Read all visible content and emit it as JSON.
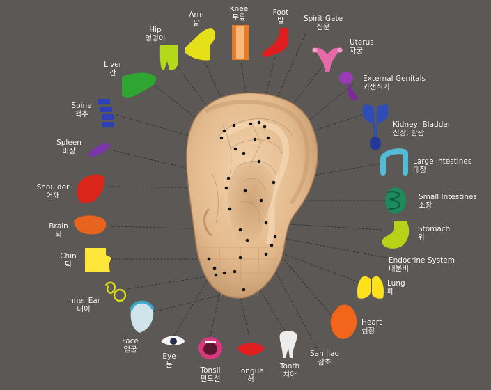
{
  "colors": {
    "background": "#5b5855",
    "ear_skin": "#e8c39a",
    "ear_shadow": "#b78a5f",
    "point": "#111111",
    "line": "#2a2a2a"
  },
  "labels": {
    "hip": {
      "en": "Hip",
      "ko": "엉덩이"
    },
    "arm": {
      "en": "Arm",
      "ko": "팔"
    },
    "knee": {
      "en": "Knee",
      "ko": "무릎"
    },
    "foot": {
      "en": "Foot",
      "ko": "발"
    },
    "spirit": {
      "en": "Spirit Gate",
      "ko": "신문"
    },
    "uterus": {
      "en": "Uterus",
      "ko": "자궁"
    },
    "genitals": {
      "en": "External Genitals",
      "ko": "외생식기"
    },
    "kidney": {
      "en": "Kidney, Bladder",
      "ko": "신장, 방광"
    },
    "large": {
      "en": "Large Intestines",
      "ko": "대장"
    },
    "small": {
      "en": "Small Intestines",
      "ko": "소장"
    },
    "stomach": {
      "en": "Stomach",
      "ko": "위"
    },
    "endocrine": {
      "en": "Endocrine System",
      "ko": "내분비"
    },
    "lung": {
      "en": "Lung",
      "ko": "폐"
    },
    "heart": {
      "en": "Heart",
      "ko": "심장"
    },
    "sanjiao": {
      "en": "San Jiao",
      "ko": "삼초"
    },
    "tooth": {
      "en": "Tooth",
      "ko": "치아"
    },
    "tongue": {
      "en": "Tongue",
      "ko": "혀"
    },
    "tonsil": {
      "en": "Tonsil",
      "ko": "편도선"
    },
    "eye": {
      "en": "Eye",
      "ko": "눈"
    },
    "face": {
      "en": "Face",
      "ko": "얼굴"
    },
    "innerear": {
      "en": "Inner Ear",
      "ko": "내이"
    },
    "chin": {
      "en": "Chin",
      "ko": "턱"
    },
    "brain": {
      "en": "Brain",
      "ko": "뇌"
    },
    "shoulder": {
      "en": "Shoulder",
      "ko": "어깨"
    },
    "spleen": {
      "en": "Spleen",
      "ko": "비장"
    },
    "spine": {
      "en": "Spine",
      "ko": "척추"
    },
    "liver": {
      "en": "Liver",
      "ko": "간"
    }
  },
  "icons": {
    "hip": "hip-icon",
    "arm": "arm-icon",
    "knee": "knee-icon",
    "foot": "foot-icon",
    "uterus": "uterus-icon",
    "genitals": "genitals-icon",
    "kidney": "kidney-bladder-icon",
    "large": "large-intestine-icon",
    "small": "small-intestine-icon",
    "stomach": "stomach-icon",
    "lung": "lung-icon",
    "heart": "heart-icon",
    "tooth": "tooth-icon",
    "tongue": "tongue-icon",
    "tonsil": "mouth-tonsil-icon",
    "eye": "eye-icon",
    "face": "face-icon",
    "innerear": "inner-ear-icon",
    "chin": "chin-icon",
    "brain": "brain-icon",
    "shoulder": "shoulder-icon",
    "spleen": "spleen-icon",
    "spine": "spine-icon",
    "liver": "liver-icon"
  }
}
